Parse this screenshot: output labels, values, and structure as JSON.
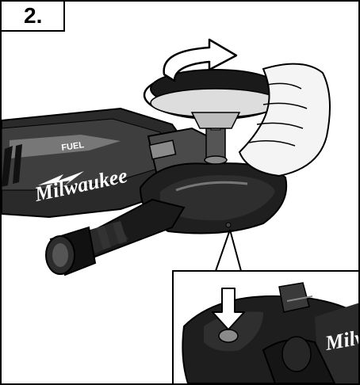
{
  "step_label": "2.",
  "brand_text": "Milwaukee",
  "fuel_text": "FUEL",
  "inset_brand_text": "Milw",
  "colors": {
    "tool_dark": "#1c1c1c",
    "tool_mid": "#3a3a3a",
    "tool_light": "#6a6a6a",
    "accent": "#ffffff",
    "outline": "#000000"
  },
  "icons": {
    "rotation": "rotation-arrow-icon",
    "press": "down-arrow-icon"
  }
}
